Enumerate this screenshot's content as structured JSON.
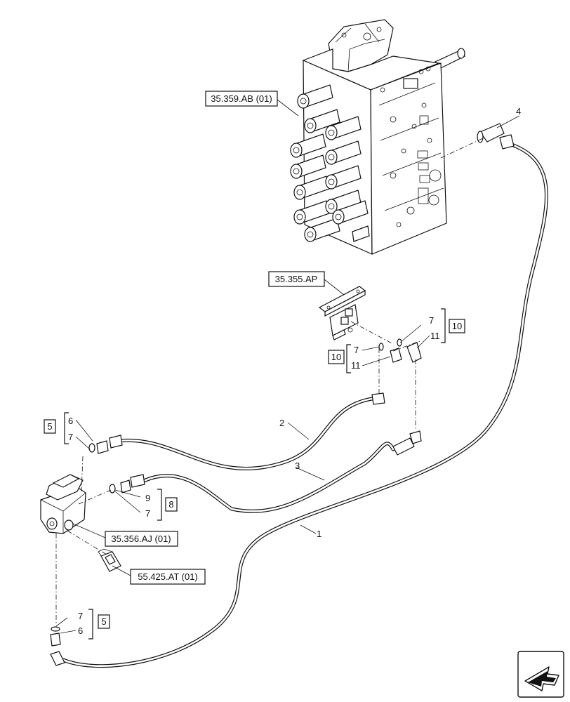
{
  "refs": {
    "valve": "35.359.AB (01)",
    "bracket": "35.355.AP",
    "pedal_valve": "35.356.AJ (01)",
    "sensor": "55.425.AT (01)"
  },
  "callouts": {
    "hose_1": "1",
    "hose_2": "2",
    "hose_3": "3",
    "elbow_4": "4",
    "group_5_top": "5",
    "top_6": "6",
    "top_7": "7",
    "group_8": "8",
    "mid_9": "9",
    "mid_7": "7",
    "bot_7": "7",
    "bot_6": "6",
    "group_5_bot": "5",
    "group_10_left": "10",
    "left_7": "7",
    "left_11": "11",
    "group_10_right": "10",
    "right_7": "7",
    "right_11": "11"
  },
  "icons": {
    "nav": "direction-arrow-icon"
  }
}
